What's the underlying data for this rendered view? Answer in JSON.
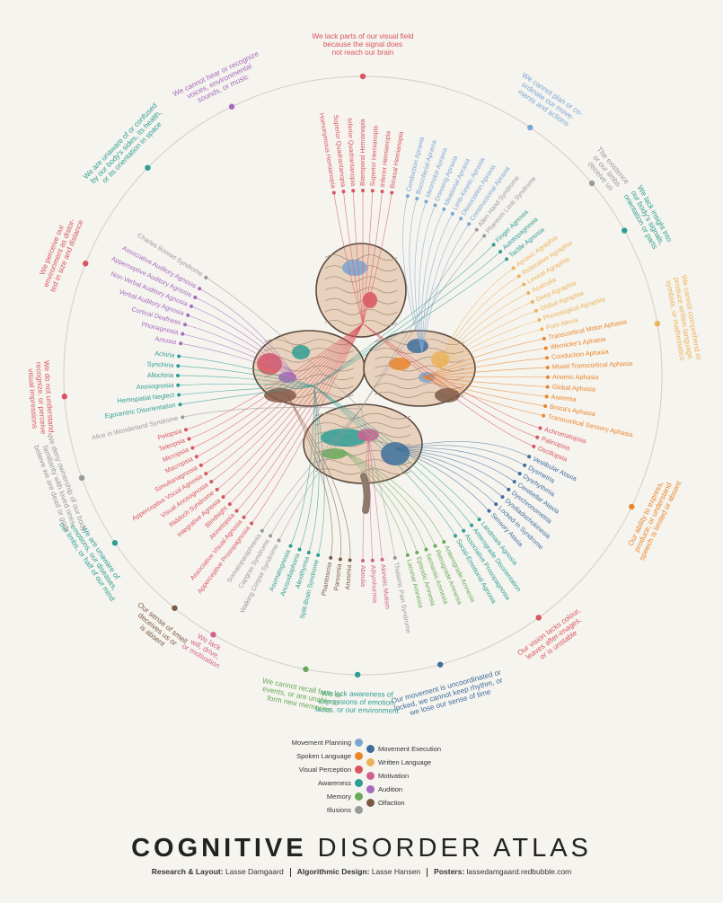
{
  "title": {
    "bold": "COGNITIVE",
    "rest": "DISORDER ATLAS"
  },
  "credits": [
    {
      "label": "Research & Layout:",
      "value": "Lasse Damgaard"
    },
    {
      "label": "Algorithmic Design:",
      "value": "Lasse Hansen"
    },
    {
      "label": "Posters:",
      "value": "lassedamgaard.redbubble.com"
    }
  ],
  "colors": {
    "Movement Planning": "#7aa6d2",
    "Movement Execution": "#3f6d9c",
    "Spoken Language": "#e9862b",
    "Written Language": "#ebb45a",
    "Visual Perception": "#d9545f",
    "Motivation": "#d2608f",
    "Awareness": "#2e9e95",
    "Audition": "#a46bbd",
    "Memory": "#69a95b",
    "Olfaction": "#7a5a45",
    "Illusions": "#9a9a9a",
    "circle": "#d8d3cc"
  },
  "legend": {
    "left": [
      "Movement Planning",
      "Spoken Language",
      "Visual Perception",
      "Awareness",
      "Memory",
      "Illusions"
    ],
    "right": [
      "Movement Execution",
      "Written Language",
      "Motivation",
      "Audition",
      "Olfaction"
    ]
  },
  "groups": [
    {
      "cat": "Visual Perception",
      "angle": -90,
      "r": 350,
      "text": [
        "We lack parts of our visual field",
        "because the signal does",
        "not reach our brain"
      ]
    },
    {
      "cat": "Movement Planning",
      "angle": -56,
      "r": 350,
      "text": [
        "We cannot plan or co-",
        "ordinate our move-",
        "ments and actions"
      ]
    },
    {
      "cat": "Illusions",
      "angle": -40,
      "r": 336,
      "text": [
        "The existence",
        "or our limbs",
        "deceive us"
      ]
    },
    {
      "cat": "Awareness",
      "angle": -29,
      "r": 344,
      "text": [
        "We lack insight into",
        "our body's signals,",
        "orientation or parts"
      ]
    },
    {
      "cat": "Written Language",
      "angle": -10,
      "r": 344,
      "text": [
        "We cannot comprehend or",
        "produce written language,",
        "symbols, or mathematics"
      ]
    },
    {
      "cat": "Spoken Language",
      "angle": 26,
      "r": 346,
      "text": [
        "Our ability to express,",
        "produce, or understand",
        "speech is limited or absent"
      ]
    },
    {
      "cat": "Visual Perception",
      "angle": 54,
      "r": 348,
      "text": [
        "Our vision lacks colour,",
        "leaves after-images,",
        "or is unstable"
      ]
    },
    {
      "cat": "Movement Execution",
      "angle": 75,
      "r": 354,
      "text": [
        "Our movement is uncoordinated or",
        "locked, we cannot keep rhythm, or",
        "we lose our sense of time"
      ]
    },
    {
      "cat": "Awareness",
      "angle": 91,
      "r": 350,
      "text": [
        "We lack awareness of",
        "expressions of emotion,",
        "faces, or our environment"
      ]
    },
    {
      "cat": "Memory",
      "angle": 101,
      "r": 350,
      "text": [
        "We cannot recall facts or",
        "events, or are unable to",
        "form new memories"
      ]
    },
    {
      "cat": "Motivation",
      "angle": 120,
      "r": 338,
      "text": [
        "We lack",
        "will, drive,",
        "or motivation"
      ]
    },
    {
      "cat": "Olfaction",
      "angle": 129,
      "r": 350,
      "text": [
        "Our sense of smell",
        "deceives us or",
        "is absent"
      ]
    },
    {
      "cat": "Awareness",
      "angle": 146,
      "r": 348,
      "text": [
        "We are unaware of",
        "emotions, our diseases,",
        "our limbs, or half of our mind"
      ]
    },
    {
      "cat": "Illusions",
      "angle": 160,
      "r": 346,
      "text": [
        "We deny ownership of our body,",
        "familiarity with loved ones,",
        "believe we are dead or gods"
      ]
    },
    {
      "cat": "Visual Perception",
      "angle": 176,
      "r": 346,
      "text": [
        "We do not understand,",
        "recognize, or perceive",
        "visual impressions"
      ]
    },
    {
      "cat": "Visual Perception",
      "angle": -158,
      "r": 346,
      "text": [
        "We perceive our",
        "environment as distor-",
        "ted in size and distance"
      ]
    },
    {
      "cat": "Awareness",
      "angle": -136,
      "r": 348,
      "text": [
        "We are unaware of or confused",
        "by our body's sides, its health,",
        "or its orientation in space"
      ]
    },
    {
      "cat": "Audition",
      "angle": -116,
      "r": 346,
      "text": [
        "We cannot hear or recognize",
        "voices, environmental",
        "sounds, or music"
      ]
    }
  ],
  "disorders": [
    {
      "name": "Homonymous Hemianopia",
      "angle": -99,
      "cat": "Visual Perception"
    },
    {
      "name": "Superior Quadrantanopia",
      "angle": -96,
      "cat": "Visual Perception"
    },
    {
      "name": "Inferior Quadrantanopia",
      "angle": -93,
      "cat": "Visual Perception"
    },
    {
      "name": "Bitemporal Hemianopia",
      "angle": -90,
      "cat": "Visual Perception"
    },
    {
      "name": "Superior Hemianopia",
      "angle": -87,
      "cat": "Visual Perception"
    },
    {
      "name": "Inferior Hemianopia",
      "angle": -84,
      "cat": "Visual Perception"
    },
    {
      "name": "Binasal Hemianopia",
      "angle": -81,
      "cat": "Visual Perception"
    },
    {
      "name": "Conduction Apraxia",
      "angle": -76,
      "cat": "Movement Planning"
    },
    {
      "name": "Buccofacial Apraxia",
      "angle": -73,
      "cat": "Movement Planning"
    },
    {
      "name": "Ideomotor Apraxia",
      "angle": -70,
      "cat": "Movement Planning"
    },
    {
      "name": "Dressing Apraxia",
      "angle": -67,
      "cat": "Movement Planning"
    },
    {
      "name": "Ideational Apraxia",
      "angle": -64,
      "cat": "Movement Planning"
    },
    {
      "name": "Limb-Kinetic Apraxia",
      "angle": -61,
      "cat": "Movement Planning"
    },
    {
      "name": "Dissociation Apraxia",
      "angle": -58,
      "cat": "Movement Planning"
    },
    {
      "name": "Constructional Apraxia",
      "angle": -55,
      "cat": "Movement Planning"
    },
    {
      "name": "Alien Hand Syndrome",
      "angle": -52,
      "cat": "Illusions"
    },
    {
      "name": "Phantom Limb Syndrome",
      "angle": -49,
      "cat": "Illusions"
    },
    {
      "name": "Finger Agnosia",
      "angle": -45,
      "cat": "Awareness"
    },
    {
      "name": "Autotopagnosia",
      "angle": -42,
      "cat": "Awareness"
    },
    {
      "name": "Tactile Agnosia",
      "angle": -39,
      "cat": "Awareness"
    },
    {
      "name": "Apraxic Agraphia",
      "angle": -35.5,
      "cat": "Written Language"
    },
    {
      "name": "Reiterative Agraphia",
      "angle": -32.5,
      "cat": "Written Language"
    },
    {
      "name": "Lexical Agraphia",
      "angle": -29.5,
      "cat": "Written Language"
    },
    {
      "name": "Acalculia",
      "angle": -26.5,
      "cat": "Written Language"
    },
    {
      "name": "Deep Agraphia",
      "angle": -23.5,
      "cat": "Written Language"
    },
    {
      "name": "Global Agraphia",
      "angle": -20.5,
      "cat": "Written Language"
    },
    {
      "name": "Phonological Agraphia",
      "angle": -17.5,
      "cat": "Written Language"
    },
    {
      "name": "Pure Alexia",
      "angle": -14.5,
      "cat": "Written Language"
    },
    {
      "name": "Transcortical Motor Aphasia",
      "angle": -11.5,
      "cat": "Spoken Language"
    },
    {
      "name": "Wernicke's Aphasia",
      "angle": -8.5,
      "cat": "Spoken Language"
    },
    {
      "name": "Conduction Aphasia",
      "angle": -5.5,
      "cat": "Spoken Language"
    },
    {
      "name": "Mixed Transcortical Aphasia",
      "angle": -2.5,
      "cat": "Spoken Language"
    },
    {
      "name": "Anomic Aphasia",
      "angle": 0.5,
      "cat": "Spoken Language"
    },
    {
      "name": "Global Aphasia",
      "angle": 3.5,
      "cat": "Spoken Language"
    },
    {
      "name": "Aseemia",
      "angle": 6.5,
      "cat": "Spoken Language"
    },
    {
      "name": "Broca's Aphasia",
      "angle": 9.5,
      "cat": "Spoken Language"
    },
    {
      "name": "Transcortical Sensory Aphasia",
      "angle": 12.5,
      "cat": "Spoken Language"
    },
    {
      "name": "Achromatopsia",
      "angle": 16.5,
      "cat": "Visual Perception"
    },
    {
      "name": "Palinopsia",
      "angle": 19.5,
      "cat": "Visual Perception"
    },
    {
      "name": "Oscillopsia",
      "angle": 22.5,
      "cat": "Visual Perception"
    },
    {
      "name": "Vestibular Ataxia",
      "angle": 26,
      "cat": "Movement Execution"
    },
    {
      "name": "Dysmetria",
      "angle": 29,
      "cat": "Movement Execution"
    },
    {
      "name": "Dysrhythmia",
      "angle": 32,
      "cat": "Movement Execution"
    },
    {
      "name": "Cerebellar Ataxia",
      "angle": 35,
      "cat": "Movement Execution"
    },
    {
      "name": "Dyschronometria",
      "angle": 38,
      "cat": "Movement Execution"
    },
    {
      "name": "Dysdiadochokinesia",
      "angle": 41,
      "cat": "Movement Execution"
    },
    {
      "name": "Locked-In Syndrome",
      "angle": 44,
      "cat": "Movement Execution"
    },
    {
      "name": "Sensory Ataxia",
      "angle": 47,
      "cat": "Movement Execution"
    },
    {
      "name": "Landmark Agnosia",
      "angle": 51,
      "cat": "Awareness"
    },
    {
      "name": "Anterograde Disorientation",
      "angle": 54,
      "cat": "Awareness"
    },
    {
      "name": "Associative Prosopagnosia",
      "angle": 57,
      "cat": "Awareness"
    },
    {
      "name": "Social-Emotional Agnosia",
      "angle": 60,
      "cat": "Awareness"
    },
    {
      "name": "Anterograde Amnesia",
      "angle": 64,
      "cat": "Memory"
    },
    {
      "name": "Retrograde Amnesia",
      "angle": 67,
      "cat": "Memory"
    },
    {
      "name": "Semantic Amnesia",
      "angle": 70,
      "cat": "Memory"
    },
    {
      "name": "Episodic Amnesia",
      "angle": 73,
      "cat": "Memory"
    },
    {
      "name": "Lacunar Amnesia",
      "angle": 76,
      "cat": "Memory"
    },
    {
      "name": "Thalamic Pain Syndrome",
      "angle": 80,
      "cat": "Illusions"
    },
    {
      "name": "Akinetic Mutism",
      "angle": 84,
      "cat": "Motivation"
    },
    {
      "name": "Athymhormia",
      "angle": 87,
      "cat": "Motivation"
    },
    {
      "name": "Aboulia",
      "angle": 90,
      "cat": "Motivation"
    },
    {
      "name": "Anosmia",
      "angle": 94,
      "cat": "Olfaction"
    },
    {
      "name": "Parosmia",
      "angle": 97,
      "cat": "Olfaction"
    },
    {
      "name": "Phantosmia",
      "angle": 100,
      "cat": "Olfaction"
    },
    {
      "name": "Split-Brain Syndrome",
      "angle": 104,
      "cat": "Awareness"
    },
    {
      "name": "Alexithymia",
      "angle": 107,
      "cat": "Awareness"
    },
    {
      "name": "Anosodiaphoria",
      "angle": 110,
      "cat": "Awareness"
    },
    {
      "name": "Asomatognosia",
      "angle": 113,
      "cat": "Awareness"
    },
    {
      "name": "Walking Corpse Syndrome",
      "angle": 117,
      "cat": "Illusions"
    },
    {
      "name": "Capgras Syndrome",
      "angle": 120,
      "cat": "Illusions"
    },
    {
      "name": "Somatoparaphrenia",
      "angle": 123,
      "cat": "Illusions"
    },
    {
      "name": "Apperceptive Prosopagnosia",
      "angle": 127,
      "cat": "Visual Perception"
    },
    {
      "name": "Associative Visual Agnosia",
      "angle": 130,
      "cat": "Visual Perception"
    },
    {
      "name": "Akinetopsia",
      "angle": 133,
      "cat": "Visual Perception"
    },
    {
      "name": "Blindsight",
      "angle": 136,
      "cat": "Visual Perception"
    },
    {
      "name": "Integrative Agnosia",
      "angle": 139,
      "cat": "Visual Perception"
    },
    {
      "name": "Riddoch Syndrome",
      "angle": 142,
      "cat": "Visual Perception"
    },
    {
      "name": "Visual Anosognosia",
      "angle": 145,
      "cat": "Visual Perception"
    },
    {
      "name": "Apperceptive Visual Agnosia",
      "angle": 148,
      "cat": "Visual Perception"
    },
    {
      "name": "Simultanagnosia",
      "angle": 151,
      "cat": "Visual Perception"
    },
    {
      "name": "Macropsia",
      "angle": 154,
      "cat": "Visual Perception"
    },
    {
      "name": "Micropsia",
      "angle": 157,
      "cat": "Visual Perception"
    },
    {
      "name": "Teleopsia",
      "angle": 160,
      "cat": "Visual Perception"
    },
    {
      "name": "Pelopsia",
      "angle": 163,
      "cat": "Visual Perception"
    },
    {
      "name": "Alice in Wonderland Syndrome",
      "angle": 167,
      "cat": "Illusions"
    },
    {
      "name": "Egocentric Disorientation",
      "angle": 171,
      "cat": "Awareness"
    },
    {
      "name": "Hemispatial Neglect",
      "angle": 174,
      "cat": "Awareness"
    },
    {
      "name": "Anosognosia",
      "angle": 177,
      "cat": "Awareness"
    },
    {
      "name": "Allochiria",
      "angle": 180,
      "cat": "Awareness"
    },
    {
      "name": "Synchiria",
      "angle": 183,
      "cat": "Awareness"
    },
    {
      "name": "Achiria",
      "angle": 186,
      "cat": "Awareness"
    },
    {
      "name": "Amusia",
      "angle": 190,
      "cat": "Audition"
    },
    {
      "name": "Phonagnosia",
      "angle": 193,
      "cat": "Audition"
    },
    {
      "name": "Cortical Deafness",
      "angle": 196,
      "cat": "Audition"
    },
    {
      "name": "Verbal Auditory Agnosia",
      "angle": 199,
      "cat": "Audition"
    },
    {
      "name": "Non-Verbal Auditory Agnosia",
      "angle": 202,
      "cat": "Audition"
    },
    {
      "name": "Apperceptive Auditory Agnosia",
      "angle": 205,
      "cat": "Audition"
    },
    {
      "name": "Associative Auditory Agnosia",
      "angle": 208,
      "cat": "Audition"
    },
    {
      "name": "Charles Bonnet Syndrome",
      "angle": 212,
      "cat": "Illusions"
    }
  ]
}
